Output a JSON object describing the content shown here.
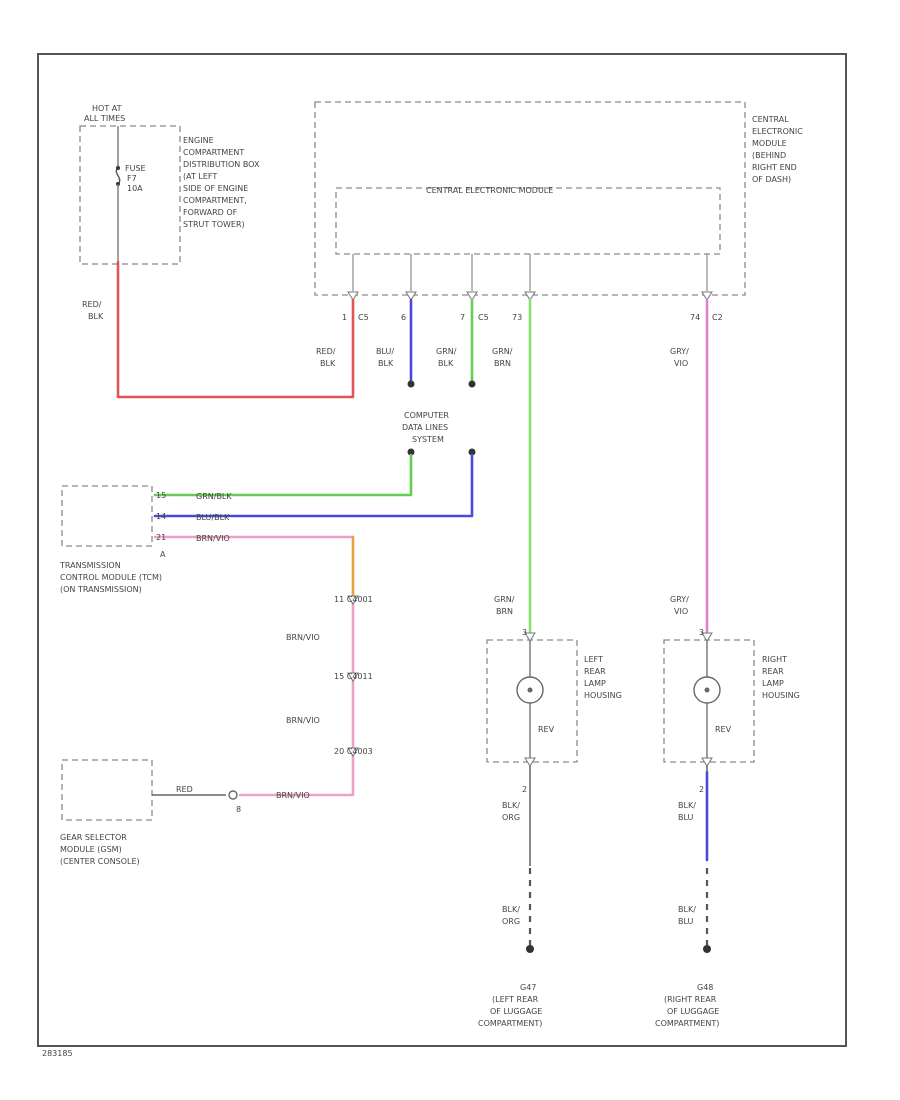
{
  "colors": {
    "red": "#e05555",
    "blue": "#4a4ad8",
    "green": "#66cc55",
    "light_green": "#88e070",
    "pink": "#e080d0",
    "orange": "#e8a040",
    "light_pink": "#f0a0c8",
    "black": "#555555"
  },
  "power": {
    "hot_at": "HOT AT",
    "all_times": "ALL TIMES",
    "fuse": "FUSE",
    "fuse_num": "F7",
    "fuse_amp": "10A",
    "description": [
      "ENGINE",
      "COMPARTMENT",
      "DISTRIBUTION BOX",
      "(AT LEFT",
      "SIDE OF ENGINE",
      "COMPARTMENT,",
      "FORWARD OF",
      "STRUT TOWER)"
    ]
  },
  "cem": {
    "inner_label": "CENTRAL ELECTRONIC MODULE",
    "outer_label": [
      "CENTRAL",
      "ELECTRONIC",
      "MODULE",
      "(BEHIND",
      "RIGHT END",
      "OF DASH)"
    ],
    "pins": {
      "p1": "1",
      "p1c": "C5",
      "p6": "6",
      "p7": "7",
      "p7c": "C5",
      "p73": "73",
      "p74": "74",
      "p74c": "C2"
    }
  },
  "wires": {
    "red_blk_1": [
      "RED/",
      "BLK"
    ],
    "red_blk_2": [
      "RED/",
      "BLK"
    ],
    "blu_blk": [
      "BLU/",
      "BLK"
    ],
    "grn_blk": [
      "GRN/",
      "BLK"
    ],
    "grn_brn_top": [
      "GRN/",
      "BRN"
    ],
    "gry_vio_top": [
      "GRY/",
      "VIO"
    ],
    "grn_brn_bot": [
      "GRN/",
      "BRN"
    ],
    "gry_vio_bot": [
      "GRY/",
      "VIO"
    ],
    "brn_vio_1": "BRN/VIO",
    "brn_vio_2": "BRN/VIO",
    "blk_org_1": [
      "BLK/",
      "ORG"
    ],
    "blk_org_2": [
      "BLK/",
      "ORG"
    ],
    "blk_blu_1": [
      "BLK/",
      "BLU"
    ],
    "blk_blu_2": [
      "BLK/",
      "BLU"
    ]
  },
  "data_link": [
    "COMPUTER",
    "DATA LINES",
    "SYSTEM"
  ],
  "tcm": {
    "label": [
      "TRANSMISSION",
      "CONTROL MODULE (TCM)",
      "(ON TRANSMISSION)"
    ],
    "pin_a": "15",
    "pin_b": "14",
    "pin_c": "21",
    "pin_d": "A",
    "wire_a": "GRN/BLK",
    "wire_b": "BLU/BLK",
    "wire_c": "BRN/VIO"
  },
  "connectors": {
    "c1": "11  C4001",
    "c2": "15  C4011",
    "c3": "20  C4003"
  },
  "gsm": {
    "label": [
      "GEAR SELECTOR",
      "MODULE (GSM)",
      "(CENTER CONSOLE)"
    ],
    "wire": "RED",
    "pin": "8",
    "wire2": "BRN/VIO"
  },
  "left_lamp": {
    "label": [
      "LEFT",
      "REAR",
      "LAMP",
      "HOUSING"
    ],
    "bulb": "REV",
    "pin_top": "3",
    "pin_bot": "2",
    "ground": "G47",
    "ground_loc": [
      "(LEFT REAR",
      "OF LUGGAGE",
      "COMPARTMENT)"
    ]
  },
  "right_lamp": {
    "label": [
      "RIGHT",
      "REAR",
      "LAMP",
      "HOUSING"
    ],
    "bulb": "REV",
    "pin_top": "3",
    "pin_bot": "2",
    "ground": "G48",
    "ground_loc": [
      "(RIGHT REAR",
      "OF LUGGAGE",
      "COMPARTMENT)"
    ]
  },
  "footer_code": "283185"
}
